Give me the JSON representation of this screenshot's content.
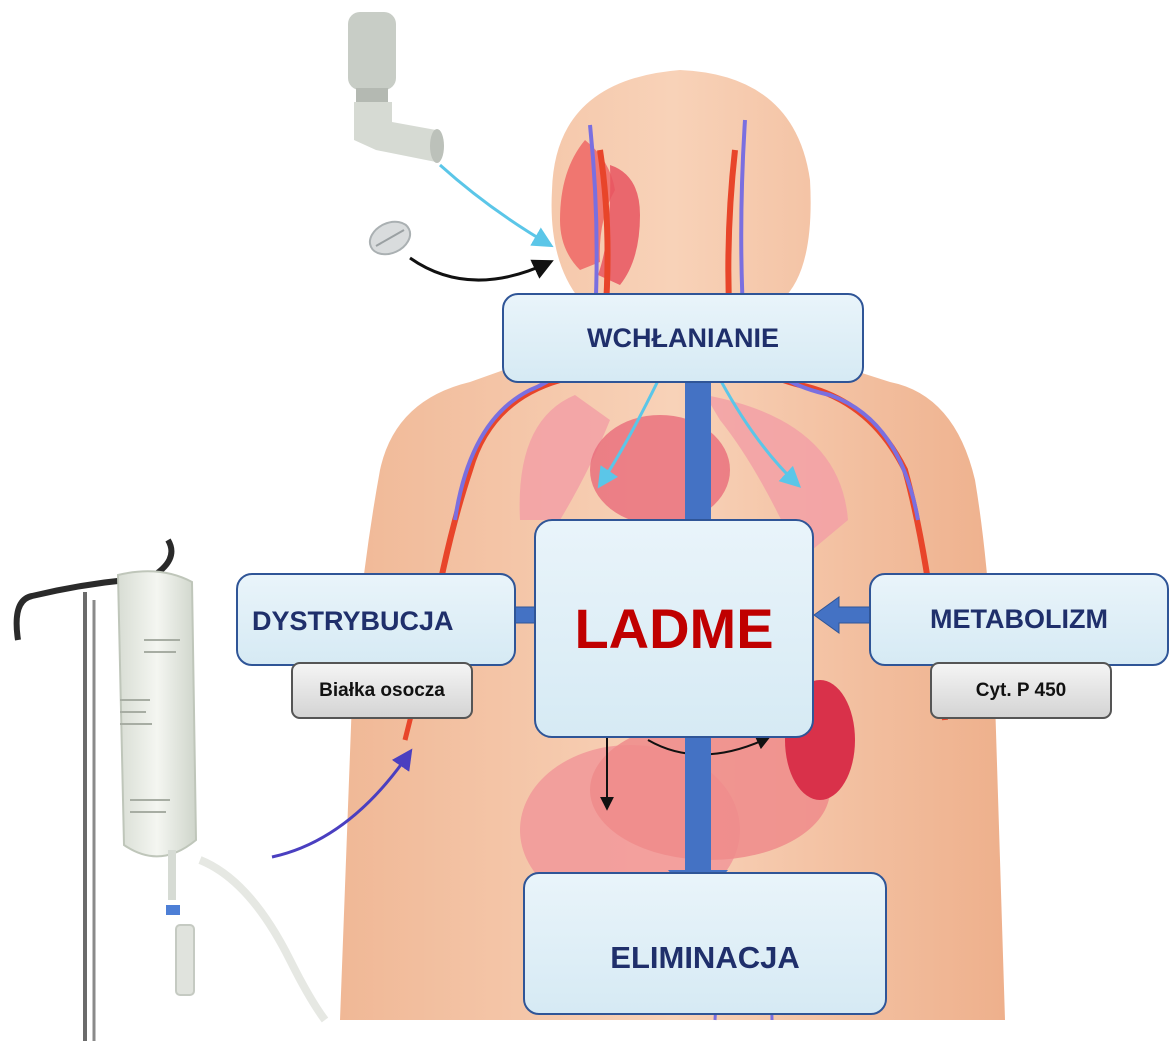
{
  "diagram": {
    "central": "LADME",
    "absorption": "WCHŁANIANIE",
    "distribution": "DYSTRYBUCJA",
    "metabolism": "METABOLIZM",
    "elimination": "ELIMINACJA",
    "plasma_proteins": "Białka osocza",
    "cytochrome": "Cyt. P 450"
  },
  "colors": {
    "box_border": "#2f5597",
    "box_fill": "#dcedf6",
    "arrow": "#4472c4",
    "ladme_text": "#c00000",
    "label_text": "#1f2f6b",
    "skin": "#f3c2a2",
    "artery": "#e8452a",
    "vein": "#7a6fe0"
  },
  "illustrations": [
    "inhaler-icon",
    "pill-icon",
    "iv-drip-bag-icon",
    "human-body-anatomy"
  ]
}
